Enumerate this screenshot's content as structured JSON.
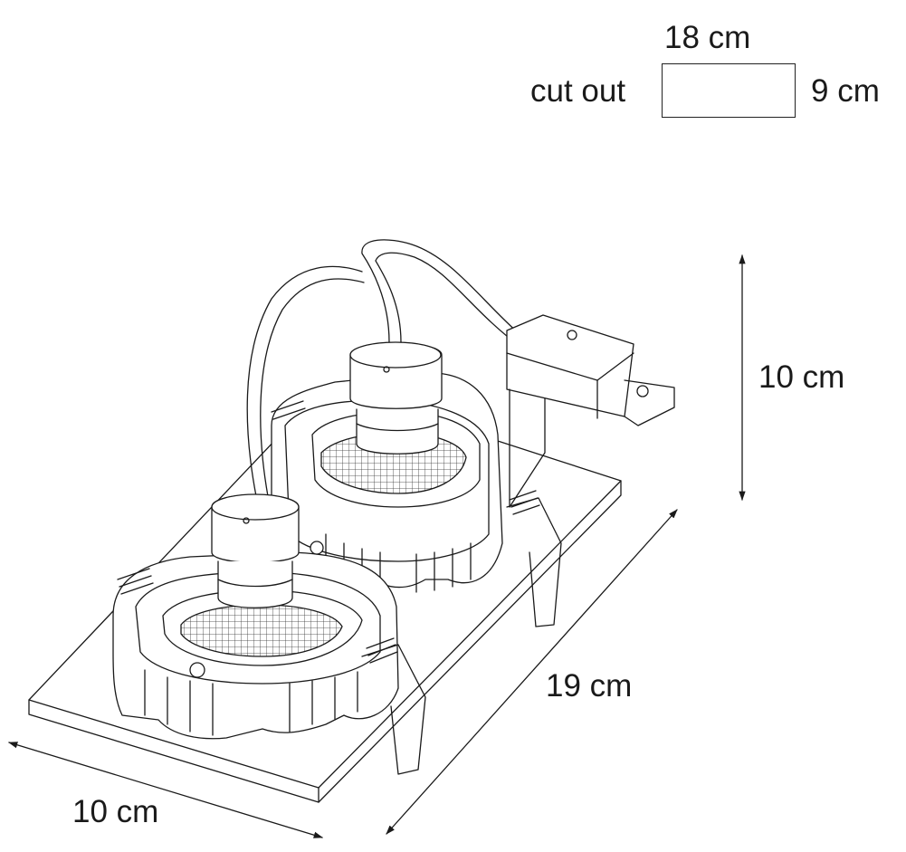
{
  "cutout": {
    "label": "cut out",
    "width": "18 cm",
    "height": "9 cm"
  },
  "dimensions": {
    "height": "10 cm",
    "length": "19 cm",
    "width": "10 cm"
  }
}
